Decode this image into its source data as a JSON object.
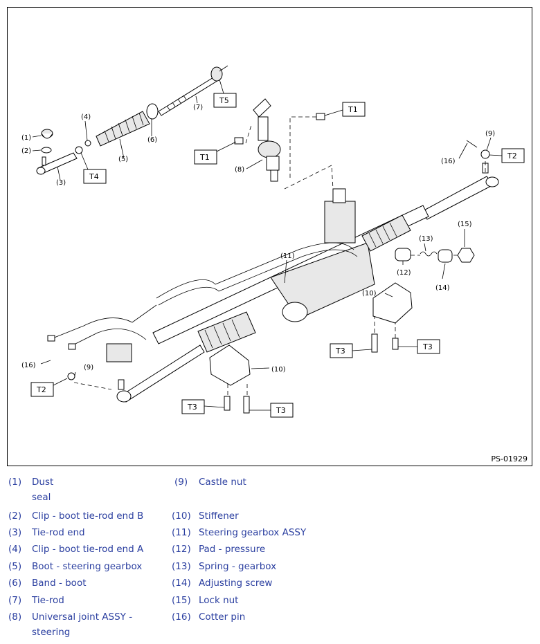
{
  "figure_id": "PS-01929",
  "torque_labels": {
    "t1": "T1",
    "t2": "T2",
    "t3": "T3",
    "t4": "T4",
    "t5": "T5"
  },
  "callouts": [
    "(1)",
    "(2)",
    "(3)",
    "(4)",
    "(5)",
    "(6)",
    "(7)",
    "(8)",
    "(9)",
    "(10)",
    "(11)",
    "(12)",
    "(13)",
    "(14)",
    "(15)",
    "(16)"
  ],
  "legend": [
    {
      "num": "(1)",
      "name": "Dust seal"
    },
    {
      "num": "(2)",
      "name": "Clip - boot tie-rod end B"
    },
    {
      "num": "(3)",
      "name": "Tie-rod end"
    },
    {
      "num": "(4)",
      "name": "Clip - boot tie-rod end A"
    },
    {
      "num": "(5)",
      "name": "Boot - steering gearbox"
    },
    {
      "num": "(6)",
      "name": "Band - boot"
    },
    {
      "num": "(7)",
      "name": "Tie-rod"
    },
    {
      "num": "(8)",
      "name": "Universal joint ASSY -",
      "name2": "steering"
    },
    {
      "num": "(9)",
      "name": "Castle nut"
    },
    {
      "num": "(10)",
      "name": "Stiffener"
    },
    {
      "num": "(11)",
      "name": "Steering gearbox ASSY"
    },
    {
      "num": "(12)",
      "name": "Pad - pressure"
    },
    {
      "num": "(13)",
      "name": "Spring - gearbox"
    },
    {
      "num": "(14)",
      "name": "Adjusting screw"
    },
    {
      "num": "(15)",
      "name": "Lock nut"
    },
    {
      "num": "(16)",
      "name": "Cotter pin"
    }
  ]
}
